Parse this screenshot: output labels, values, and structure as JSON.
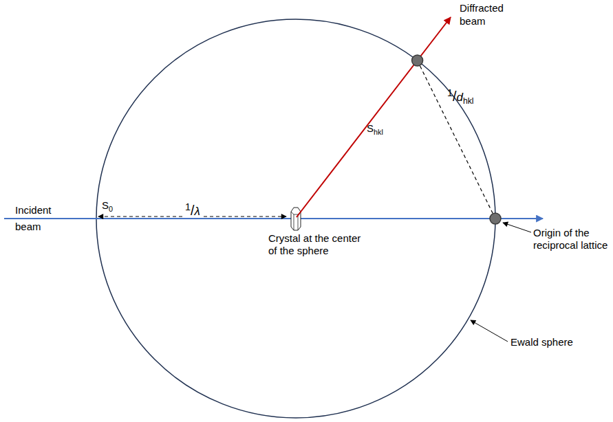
{
  "diagram": {
    "labels": [
      "Diffracted beam",
      "Shkl",
      "1/dhkl",
      "Incident beam",
      "S0",
      "1/λ",
      "Crystal at the center of the sphere",
      "Origin of the reciprocal lattice",
      "Ewald sphere"
    ]
  }
}
